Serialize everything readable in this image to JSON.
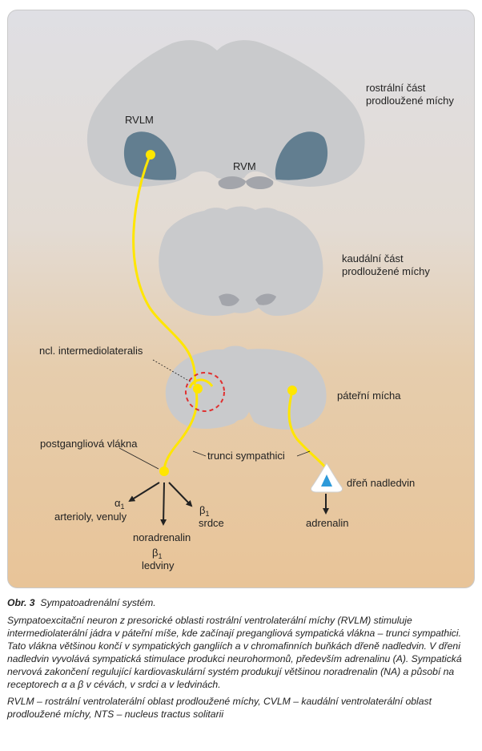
{
  "labels": {
    "rostral_1": "rostrální část",
    "rostral_2": "prodloužené míchy",
    "rvlm": "RVLM",
    "rvm": "RVM",
    "caudal_1": "kaudální část",
    "caudal_2": "prodloužené míchy",
    "ncl": "ncl. intermediolateralis",
    "spinal": "páteřní mícha",
    "postganglionic": "postgangliová vlákna",
    "trunci": "trunci sympathici",
    "adrenal_medulla": "dřeň nadledvin",
    "alpha1": "α",
    "alpha1_sub": "1",
    "arterioles": "arterioly, venuly",
    "beta1_heart": "β",
    "beta1_heart_sub": "1",
    "heart": "srdce",
    "noradrenalin": "noradrenalin",
    "beta1_kidney": "β",
    "beta1_kidney_sub": "1",
    "kidneys": "ledviny",
    "adrenalin": "adrenalin"
  },
  "caption": {
    "fig_num": "Obr. 3",
    "fig_title": "Sympatoadrenální systém.",
    "body": "Sympatoexcitační neuron z presorické oblasti rostrální ventrolaterální míchy (RVLM) stimuluje intermediolaterální jádra v páteřní míše, kde začínají pregangliová sympatická vlákna – trunci sympathici. Tato vlákna většinou končí v sympatických gangliích a v chromafinních buňkách dřeně nadledvin. V dřeni nadledvin vyvolává sympatická stimulace produkci neurohormonů, především adrenalinu (A). Sympatická nervová zakončení regulující kardiovaskulární systém produkují většinou noradrenalin (NA) a působí na receptorech α a β v cévách, v srdci a v ledvinách.",
    "abbrev": "RVLM – rostrální ventrolaterální oblast prodloužené míchy, CVLM – kaudální ventrolaterální oblast prodloužené míchy, NTS – nucleus tractus solitarii"
  },
  "colors": {
    "tissue": "#cacbcd",
    "nucleus": "#637f90",
    "nerve": "#ffe600",
    "ring": "#e03030",
    "bg_top": "#dfdfe4",
    "bg_bottom": "#e7c79c"
  }
}
